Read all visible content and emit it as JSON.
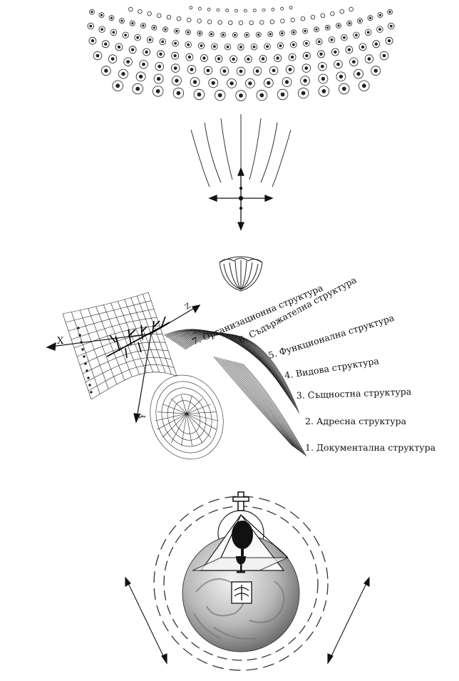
{
  "structures": [
    {
      "label": "1. Документална структура"
    },
    {
      "label": "2. Адресна структура"
    },
    {
      "label": "3. Същностна структура"
    },
    {
      "label": "4. Видова структура"
    },
    {
      "label": "5. Функционална структура"
    },
    {
      "label": "6. Съдържателна структура"
    },
    {
      "label": "7. Организационна структура"
    }
  ],
  "axes": {
    "x": "X",
    "y": "Y",
    "z": "Z"
  },
  "colors": {
    "ink": "#111111",
    "paper": "#ffffff"
  }
}
